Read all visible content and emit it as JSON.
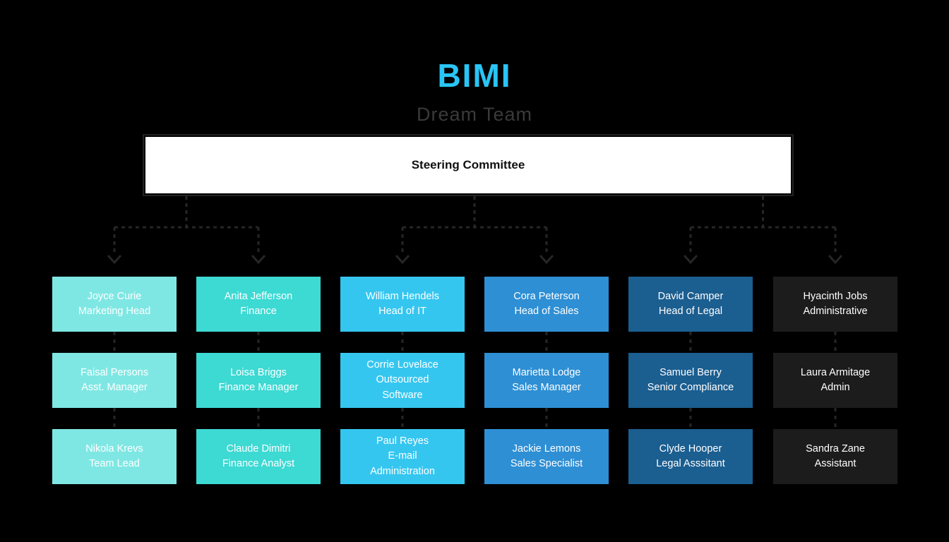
{
  "header": {
    "title": "BIMI",
    "subtitle": "Dream Team",
    "title_color": "#29C5F6",
    "subtitle_color": "#3A3A3A"
  },
  "background_color": "#000000",
  "root": {
    "label": "Steering Committee",
    "background": "#FFFFFF",
    "text_color": "#111111"
  },
  "connector": {
    "style": "dashed",
    "color": "#262626",
    "arrowhead": "chevron-down"
  },
  "columns": [
    {
      "index": 0,
      "color": "#7FE7E3",
      "nodes": [
        {
          "name": "Joyce Curie",
          "role": "Marketing Head"
        },
        {
          "name": "Faisal Persons",
          "role": "Asst. Manager"
        },
        {
          "name": "Nikola Krevs",
          "role": "Team Lead"
        }
      ]
    },
    {
      "index": 1,
      "color": "#3DD9D3",
      "nodes": [
        {
          "name": "Anita Jefferson",
          "role": "Finance"
        },
        {
          "name": "Loisa Briggs",
          "role": "Finance Manager"
        },
        {
          "name": "Claude Dimitri",
          "role": "Finance Analyst"
        }
      ]
    },
    {
      "index": 2,
      "color": "#35C6F0",
      "nodes": [
        {
          "name": "William Hendels",
          "role": "Head of IT"
        },
        {
          "name": "Corrie Lovelace",
          "role": "Outsourced",
          "role2": "Software"
        },
        {
          "name": "Paul Reyes",
          "role": "E-mail",
          "role2": "Administration"
        }
      ]
    },
    {
      "index": 3,
      "color": "#2E8FD4",
      "nodes": [
        {
          "name": "Cora Peterson",
          "role": "Head of Sales"
        },
        {
          "name": "Marietta Lodge",
          "role": "Sales Manager"
        },
        {
          "name": "Jackie Lemons",
          "role": "Sales Specialist"
        }
      ]
    },
    {
      "index": 4,
      "color": "#1B5E90",
      "nodes": [
        {
          "name": "David Camper",
          "role": "Head of Legal"
        },
        {
          "name": "Samuel Berry",
          "role": "Senior Compliance"
        },
        {
          "name": "Clyde Hooper",
          "role": "Legal Asssitant"
        }
      ]
    },
    {
      "index": 5,
      "color": "#1C1C1C",
      "nodes": [
        {
          "name": "Hyacinth Jobs",
          "role": "Administrative"
        },
        {
          "name": "Laura Armitage",
          "role": "Admin"
        },
        {
          "name": "Sandra Zane",
          "role": "Assistant"
        }
      ]
    }
  ]
}
